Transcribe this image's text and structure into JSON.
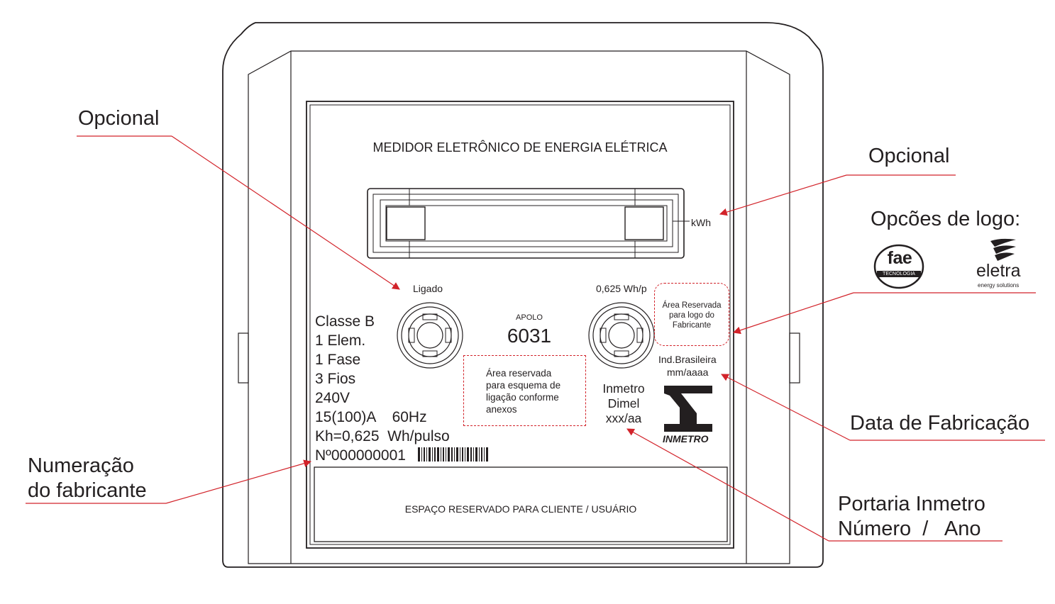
{
  "meter": {
    "title": "MEDIDOR ELETRÔNICO DE ENERGIA ELÉTRICA",
    "display_unit": "kWh",
    "led_left_label": "Ligado",
    "led_right_label": "0,625 Wh/p",
    "model_label": "APOLO",
    "model_number": "6031",
    "specs": [
      "Classe B",
      "1 Elem.",
      "1 Fase",
      "3 Fios",
      "240V",
      "15(100)A    60Hz",
      "Kh=0,625  Wh/pulso"
    ],
    "serial": "Nº000000001",
    "schematic_area": [
      "Área reservada",
      "para esquema de",
      "ligação conforme",
      "anexos"
    ],
    "logo_area": [
      "Área Reservada",
      "para logo do",
      "Fabricante"
    ],
    "origin": "Ind.Brasileira",
    "date_format": "mm/aaaa",
    "inmetro_lines": [
      "Inmetro",
      "Dimel",
      "xxx/aa"
    ],
    "inmetro_logo_text": "INMETRO",
    "customer_area": "ESPAÇO RESERVADO PARA CLIENTE / USUÁRIO"
  },
  "callouts": {
    "opcional_left": "Opcional",
    "opcional_right": "Opcional",
    "logo_options": "Opcões de logo:",
    "data_fabricacao": "Data de Fabricação",
    "portaria_line1": "Portaria Inmetro",
    "portaria_line2": "Número  /   Ano",
    "numeracao_line1": "Numeração",
    "numeracao_line2": "do fabricante"
  },
  "logos": {
    "fae": "fae",
    "fae_sub": "TECNOLOGIA",
    "eletra": "eletra",
    "eletra_sub": "energy solutions"
  },
  "colors": {
    "leader": "#d2232a",
    "ink": "#231f20"
  }
}
